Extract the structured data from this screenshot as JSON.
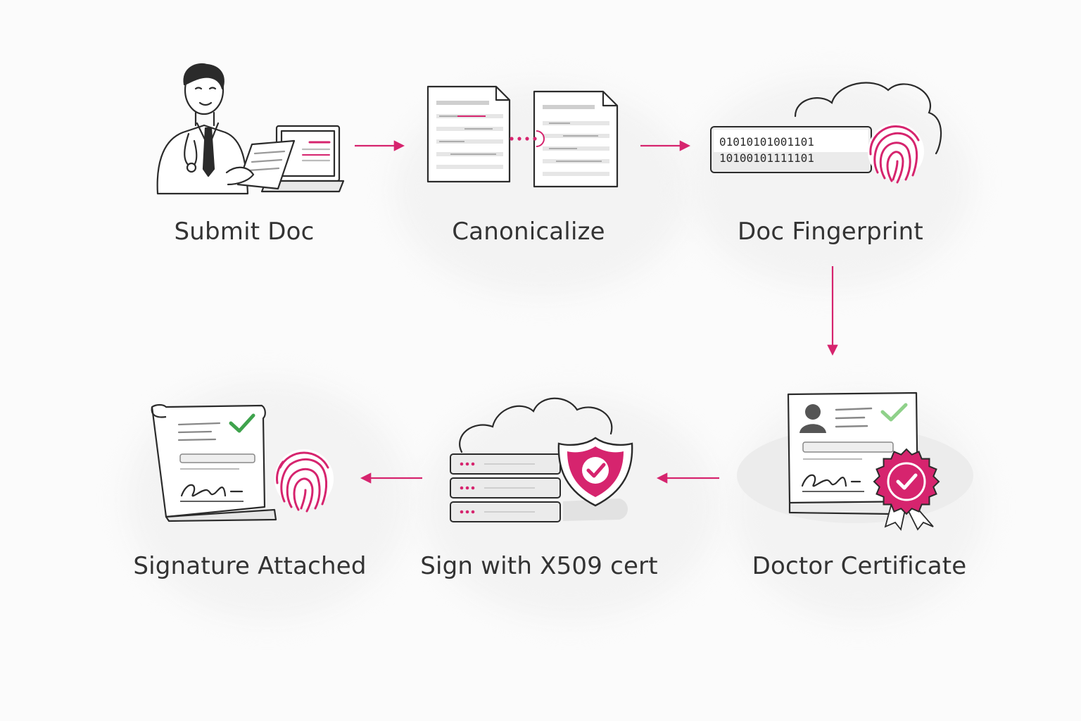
{
  "steps": [
    {
      "id": "submit-doc",
      "label": "Submit Doc"
    },
    {
      "id": "canonicalize",
      "label": "Canonicalize"
    },
    {
      "id": "doc-fingerprint",
      "label": "Doc Fingerprint",
      "binary_lines": [
        "01010101001101",
        "10100101111101"
      ]
    },
    {
      "id": "doctor-certificate",
      "label": "Doctor Certificate"
    },
    {
      "id": "sign-with-x509-cert",
      "label": "Sign with X509 cert"
    },
    {
      "id": "signature-attached",
      "label": "Signature Attached"
    }
  ],
  "colors": {
    "accent": "#d6246e",
    "check_green": "#3fa34d",
    "ink": "#2b2b2b",
    "text": "#333333"
  },
  "icons": {
    "submit-doc": "doctor-with-laptop-icon",
    "canonicalize": "two-documents-icon",
    "doc-fingerprint": "binary-fingerprint-cloud-icon",
    "doctor-certificate": "certificate-with-seal-icon",
    "sign-with-x509-cert": "server-shield-cloud-icon",
    "signature-attached": "signed-document-fingerprint-icon"
  },
  "flow": [
    "submit-doc",
    "canonicalize",
    "doc-fingerprint",
    "doctor-certificate",
    "sign-with-x509-cert",
    "signature-attached"
  ]
}
